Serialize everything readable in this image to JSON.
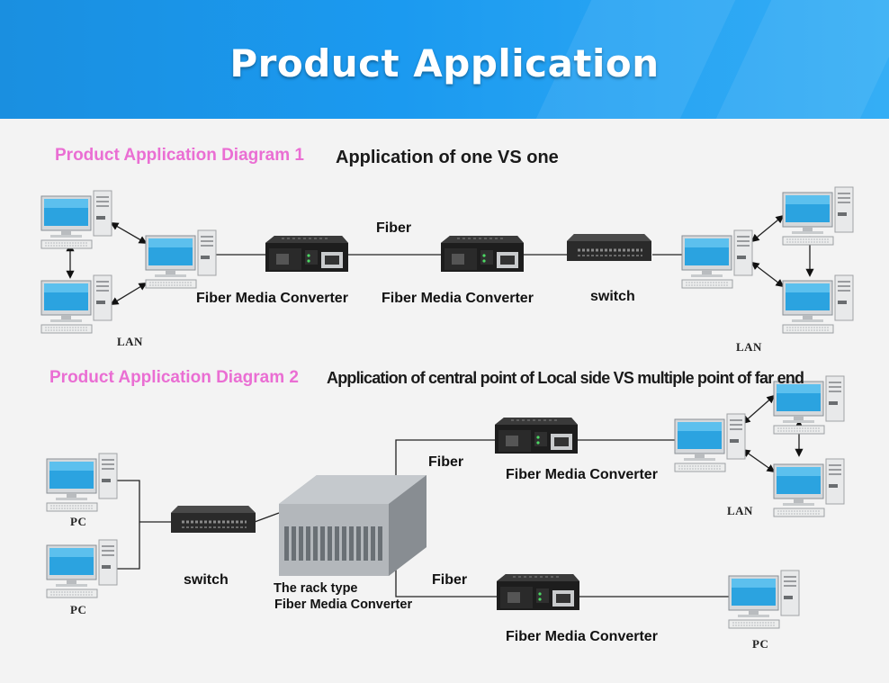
{
  "banner": {
    "title": "Product Application"
  },
  "diagram1": {
    "heading": "Product Application Diagram 1",
    "subheading": "Application of one VS one",
    "labels": {
      "fiber": "Fiber",
      "converter_left": "Fiber Media Converter",
      "converter_right": "Fiber Media Converter",
      "switch": "switch",
      "lan_left": "LAN",
      "lan_right": "LAN"
    }
  },
  "diagram2": {
    "heading": "Product Application Diagram 2",
    "subheading": "Application of central point of Local side VS multiple point of far end",
    "labels": {
      "pc_top": "PC",
      "pc_bottom": "PC",
      "switch": "switch",
      "rack_line1": "The rack type",
      "rack_line2": "Fiber Media Converter",
      "fiber_top": "Fiber",
      "fiber_bottom": "Fiber",
      "converter_top": "Fiber Media Converter",
      "converter_bottom": "Fiber Media Converter",
      "lan": "LAN",
      "pc_far": "PC"
    }
  },
  "colors": {
    "banner": "#1b9af0",
    "section_heading": "#ea6ed3",
    "monitor_screen": "#2ba3e0",
    "device": "#1d1d1d"
  }
}
